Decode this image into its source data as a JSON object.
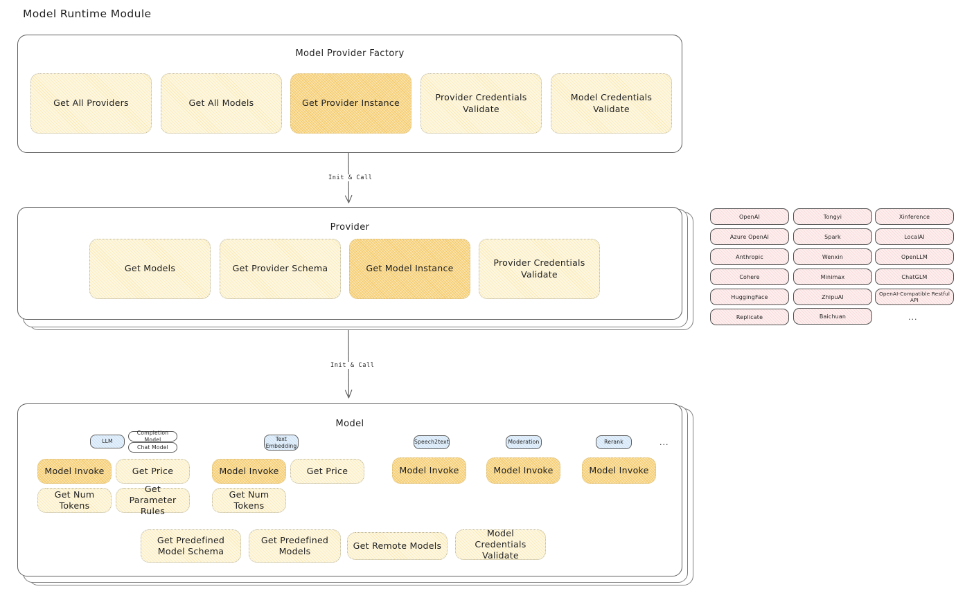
{
  "page": {
    "title": "Model Runtime Module"
  },
  "factory": {
    "title": "Model Provider Factory",
    "boxes": [
      {
        "label": "Get All Providers",
        "highlight": false
      },
      {
        "label": "Get All Models",
        "highlight": false
      },
      {
        "label": "Get Provider Instance",
        "highlight": true
      },
      {
        "label": "Provider Credentials Validate",
        "highlight": false
      },
      {
        "label": "Model Credentials Validate",
        "highlight": false
      }
    ]
  },
  "connectors": [
    {
      "label": "Init & Call"
    },
    {
      "label": "Init & Call"
    }
  ],
  "provider": {
    "title": "Provider",
    "boxes": [
      {
        "label": "Get Models",
        "highlight": false
      },
      {
        "label": "Get Provider Schema",
        "highlight": false
      },
      {
        "label": "Get Model Instance",
        "highlight": true
      },
      {
        "label": "Provider Credentials Validate",
        "highlight": false
      }
    ]
  },
  "provider_list": {
    "columns": [
      {
        "items": [
          "OpenAI",
          "Azure OpenAI",
          "Anthropic",
          "Cohere",
          "HuggingFace",
          "Replicate"
        ]
      },
      {
        "items": [
          "Tongyi",
          "Spark",
          "Wenxin",
          "Minimax",
          "ZhipuAI",
          "Baichuan"
        ]
      },
      {
        "items": [
          "Xinference",
          "LocalAI",
          "OpenLLM",
          "ChatGLM",
          "OpenAI-Compatible Restful API"
        ]
      }
    ],
    "ellipsis": "..."
  },
  "model": {
    "title": "Model",
    "ellipsis": "...",
    "types": [
      {
        "chip": "LLM",
        "chip_style": "blue",
        "sub_chips": [
          "Completion Model",
          "Chat Model"
        ],
        "methods_row1": [
          {
            "label": "Model Invoke",
            "highlight": true
          },
          {
            "label": "Get Price",
            "highlight": false
          }
        ],
        "methods_row2": [
          {
            "label": "Get Num Tokens",
            "highlight": false
          },
          {
            "label": "Get Parameter Rules",
            "highlight": false
          }
        ]
      },
      {
        "chip": "Text Embedding",
        "chip_style": "blue",
        "sub_chips": [],
        "methods_row1": [
          {
            "label": "Model Invoke",
            "highlight": true
          },
          {
            "label": "Get Price",
            "highlight": false
          }
        ],
        "methods_row2": [
          {
            "label": "Get Num Tokens",
            "highlight": false
          }
        ]
      },
      {
        "chip": "Speech2text",
        "chip_style": "blue",
        "sub_chips": [],
        "methods_row1": [
          {
            "label": "Model Invoke",
            "highlight": true
          }
        ],
        "methods_row2": []
      },
      {
        "chip": "Moderation",
        "chip_style": "blue",
        "sub_chips": [],
        "methods_row1": [
          {
            "label": "Model Invoke",
            "highlight": true
          }
        ],
        "methods_row2": []
      },
      {
        "chip": "Rerank",
        "chip_style": "blue",
        "sub_chips": [],
        "methods_row1": [
          {
            "label": "Model Invoke",
            "highlight": true
          }
        ],
        "methods_row2": []
      }
    ],
    "shared_methods": [
      {
        "label": "Get Predefined Model Schema",
        "highlight": false
      },
      {
        "label": "Get Predefined Models",
        "highlight": false
      },
      {
        "label": "Get Remote Models",
        "highlight": false
      },
      {
        "label": "Model Credentials Validate",
        "highlight": false
      }
    ]
  }
}
